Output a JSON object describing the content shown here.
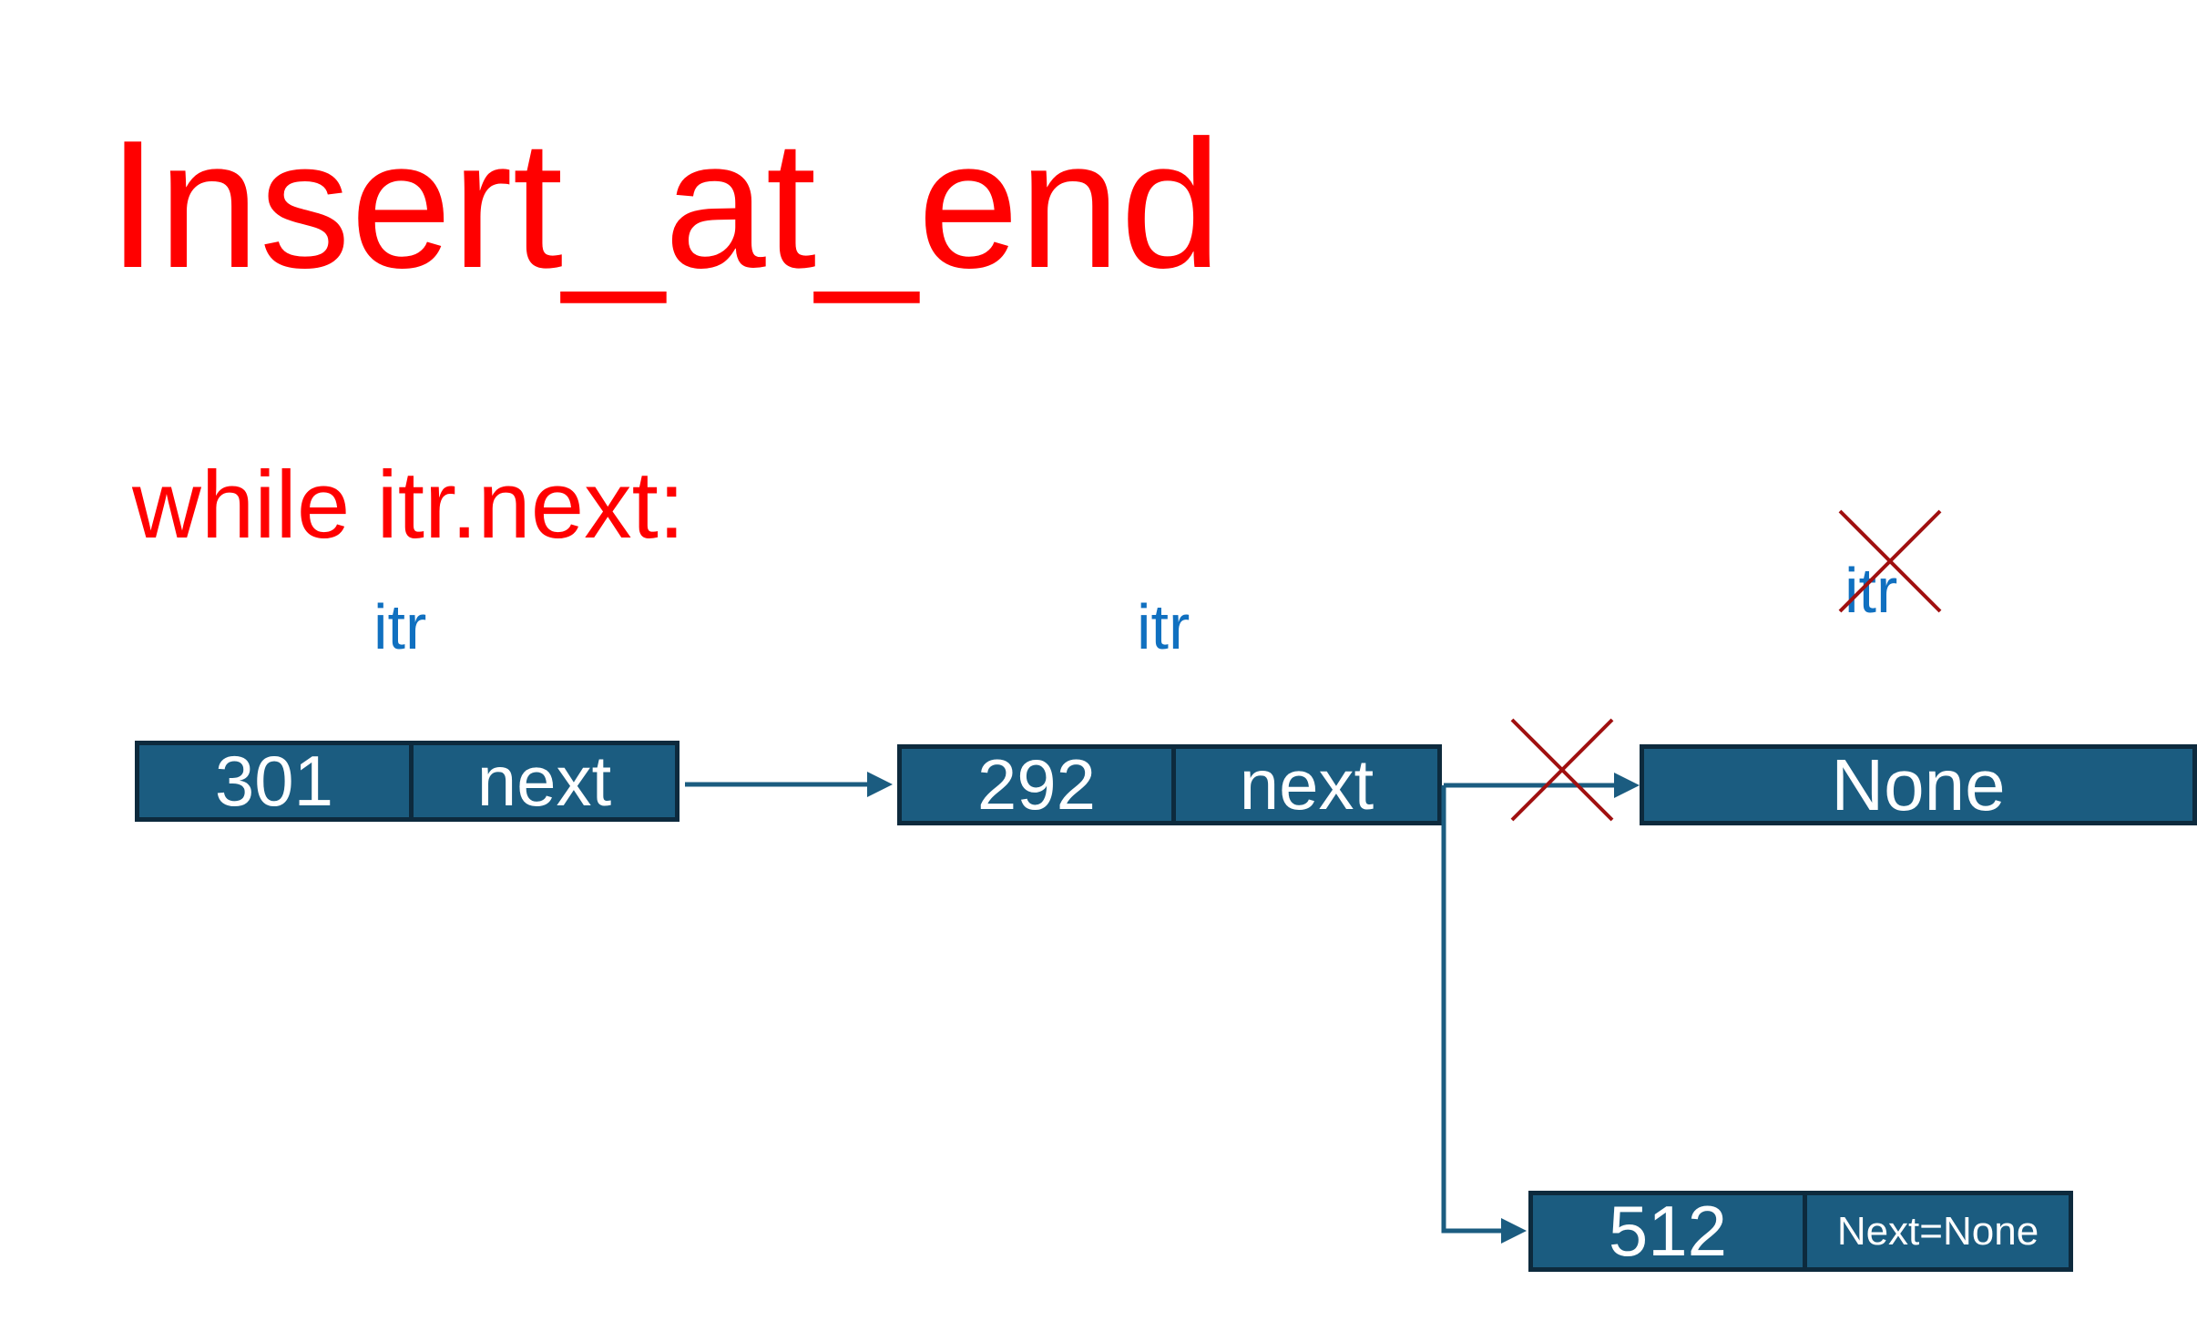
{
  "title": "Insert_at_end",
  "code_line": "while itr.next:",
  "itr_labels": {
    "first": "itr",
    "second": "itr",
    "third": "itr"
  },
  "nodes": {
    "node_301": {
      "value": "301",
      "next": "next"
    },
    "node_292": {
      "value": "292",
      "next": "next"
    },
    "node_none": {
      "value": "None"
    },
    "node_512": {
      "value": "512",
      "next": "Next=None"
    }
  },
  "colors": {
    "title": "#ff0000",
    "itr_label": "#1070c0",
    "node_fill": "#1b5c80",
    "node_border": "#0d2a3d",
    "arrow": "#1b5c80",
    "cross": "#a01010"
  }
}
